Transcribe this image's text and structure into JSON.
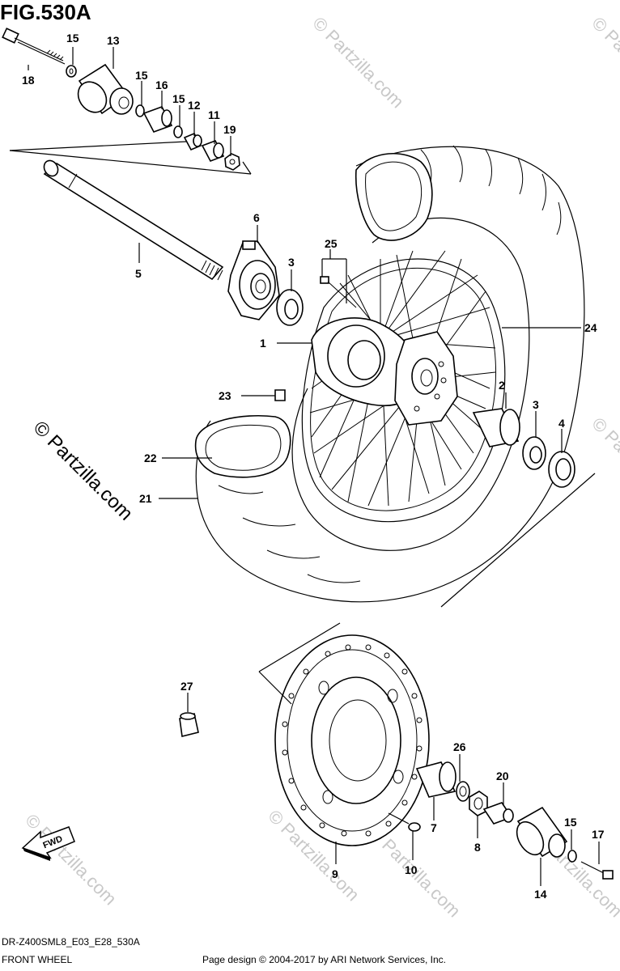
{
  "figure": {
    "title": "FIG.530A",
    "code": "DR-Z400SML8_E03_E28_530A",
    "name": "FRONT WHEEL",
    "footer": "Page design © 2004-2017 by ARI Network Services, Inc."
  },
  "watermark": {
    "text": "© Partzilla.com"
  },
  "fwd_label": "FWD",
  "callouts": [
    "1",
    "2",
    "3",
    "3",
    "4",
    "5",
    "6",
    "7",
    "8",
    "9",
    "10",
    "11",
    "12",
    "13",
    "14",
    "15",
    "15",
    "15",
    "15",
    "16",
    "17",
    "18",
    "19",
    "20",
    "21",
    "22",
    "23",
    "24",
    "25",
    "26",
    "27"
  ],
  "colors": {
    "line": "#000000",
    "watermark": "#c8c8c8",
    "background": "#ffffff"
  }
}
